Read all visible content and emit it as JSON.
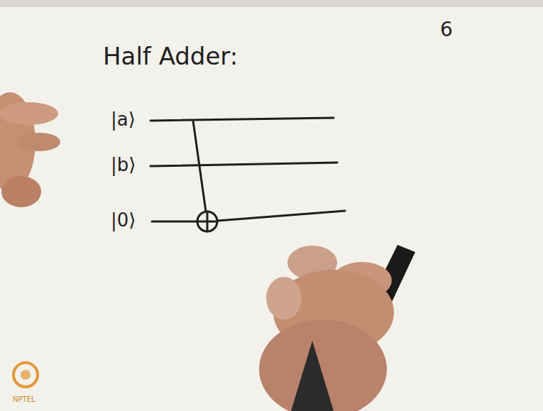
{
  "diagram": {
    "title": "Half Adder:",
    "labels": [
      "6",
      "|a⟩",
      "|b⟩",
      "|0⟩",
      "NPTEL"
    ]
  }
}
